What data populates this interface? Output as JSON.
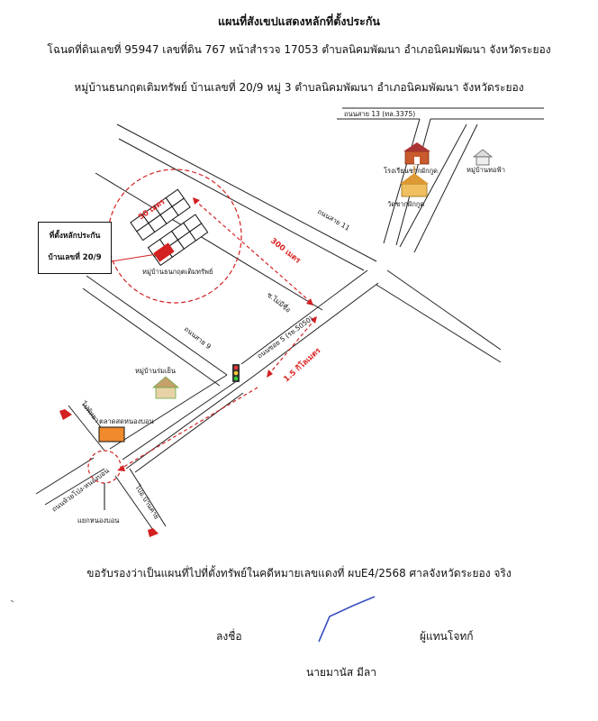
{
  "header": {
    "title": "แผนที่สังเขปแสดงหลักที่ตั้งประกัน",
    "deed_line": "โฉนดที่ดินเลขที่ 95947  เลขที่ดิน 767 หน้าสำรวจ 17053  ตำบลนิคมพัฒนา  อำเภอนิคมพัฒนา  จังหวัดระยอง",
    "address_line": "หมู่บ้านธนกฤตเติมทรัพย์  บ้านเลขที่ 20/9  หมู่ 3 ตำบลนิคมพัฒนา  อำเภอนิคมพัฒนา  จังหวัดระยอง"
  },
  "map": {
    "roads": {
      "road13": "ถนนสาย 13 (ทล.3375)",
      "road11": "ถนนสาย 11",
      "road9": "ถนนสาย 9",
      "soi5": "ถนนซอย 5 (รย.5050)",
      "mai_mee_chue": "ซ.ไม่มีชื่อ",
      "huai_pong": "ถนนห้วยโป่ง-หนองบอน",
      "to_pattaya": "ไปพัทยา",
      "to_ban_khai": "ไปอ.บ้านค่าย"
    },
    "places": {
      "school": "โรงเรียนชากผักกูด",
      "temple": "วัดชากผักกูด",
      "village_tor_fah": "หมู่บ้านทอฟ้า",
      "village_rom_yen": "หมู่บ้านร่มเย็น",
      "market": "ตลาดสดหนองบอน",
      "village_project": "หมู่บ้านธนกฤตเติมทรัพย์",
      "junction": "แยกหนองบอน"
    },
    "distances": {
      "d50": "50 เมตร",
      "d300": "300 เมตร",
      "d1_5km": "1.5 กิโลเมตร"
    },
    "location_box": {
      "line1": "ที่ตั้งหลักประกัน",
      "line2": "บ้านเลขที่ 20/9"
    },
    "colors": {
      "accent_red": "#d32020",
      "market_orange": "#f08a2c",
      "road_line": "#222222"
    }
  },
  "certification": "ขอรับรองว่าเป็นแผนที่ไปที่ตั้งทรัพย์ในคดีหมายเลขแดงที่ ผบE4/2568 ศาลจังหวัดระยอง จริง",
  "signature": {
    "sign_label": "ลงชื่อ",
    "role": "ผู้แทนโจทก์",
    "name": "นายมานัส   มีลา"
  }
}
